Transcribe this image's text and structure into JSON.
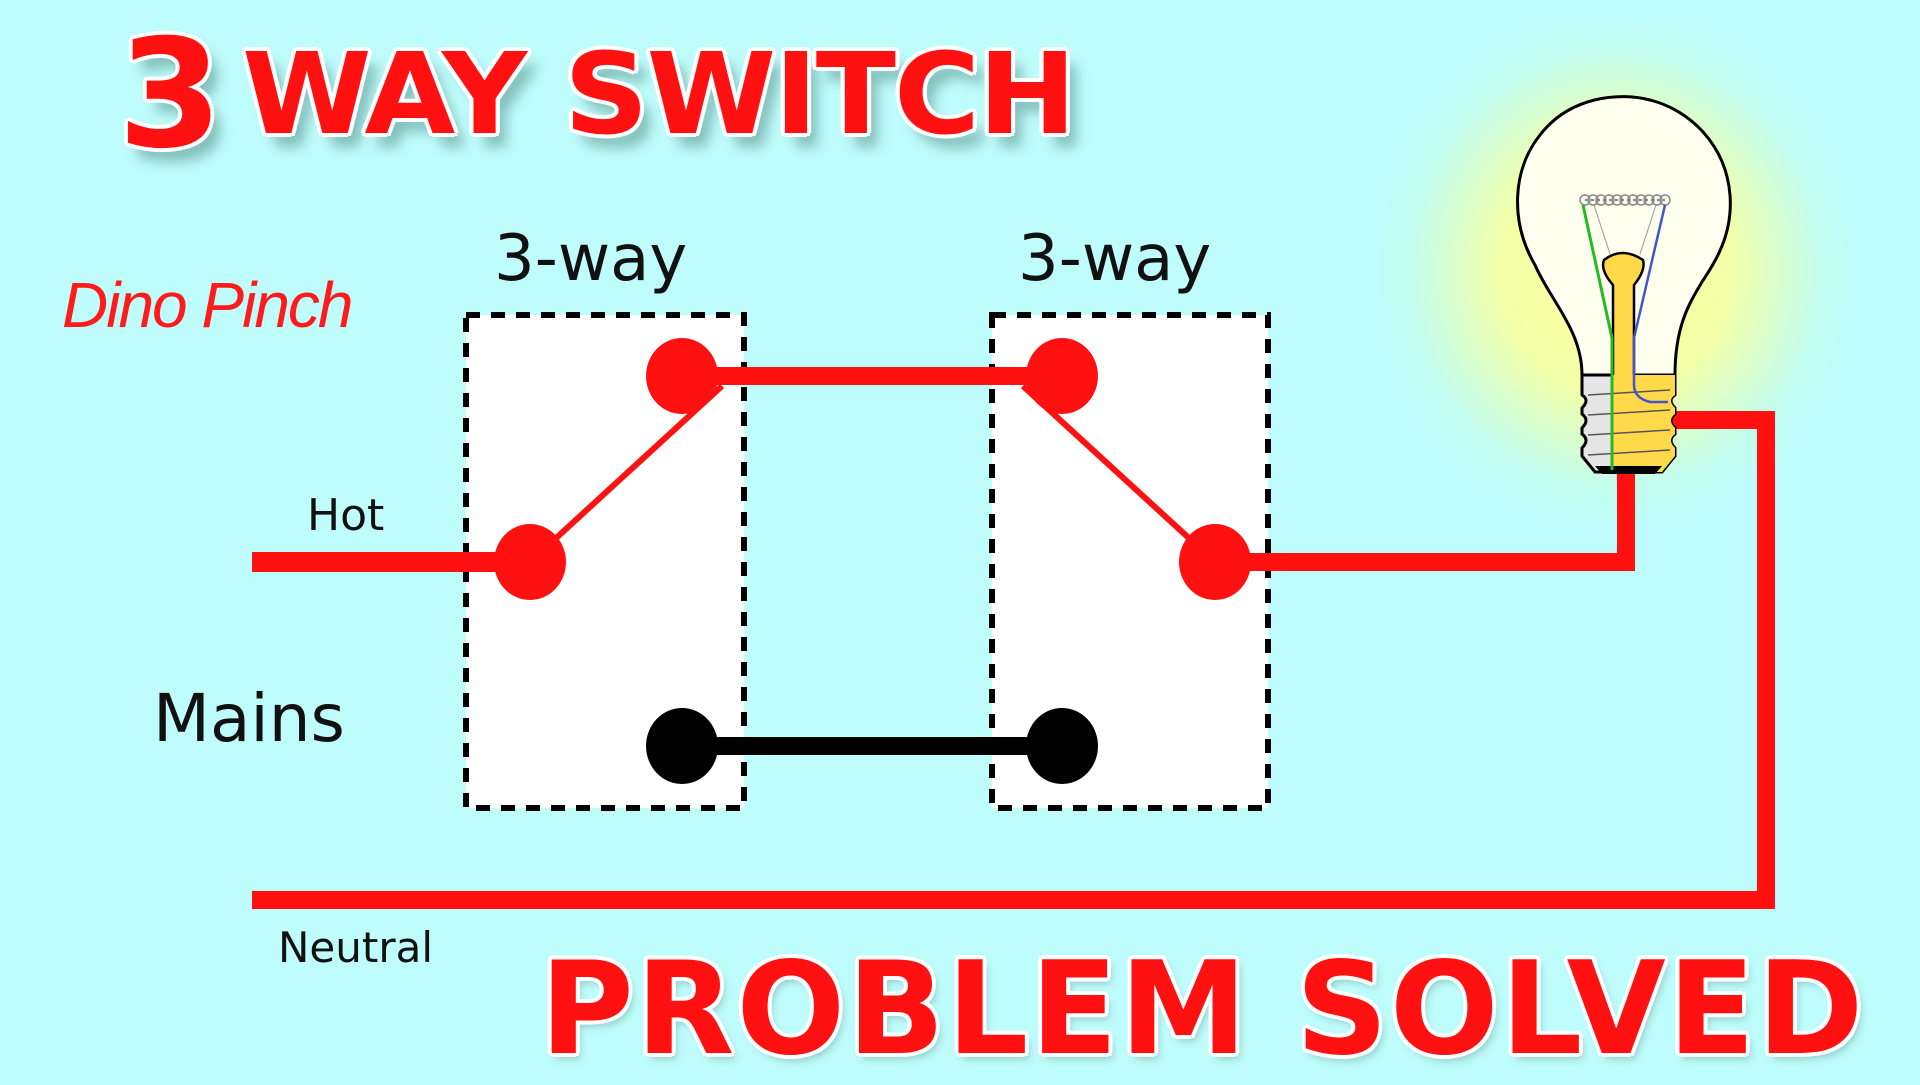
{
  "title": {
    "number": "3",
    "text": "WAY SWITCH"
  },
  "brand": "Dino Pinch",
  "footer": "PROBLEM SOLVED",
  "labels": {
    "switch_left": "3-way",
    "switch_right": "3-way",
    "hot": "Hot",
    "mains": "Mains",
    "neutral": "Neutral"
  },
  "colors": {
    "background": "#bffcfc",
    "live_wire": "#ff1111",
    "traveler_inactive": "#000000",
    "switch_box": "#ffffff",
    "bulb_glow": "#ffff9a",
    "bulb_base": "#ffd94a"
  },
  "diagram": {
    "components": [
      {
        "id": "switch-1",
        "type": "3-way switch",
        "label": "3-way",
        "common": "bottom",
        "position": "connected to top traveler"
      },
      {
        "id": "switch-2",
        "type": "3-way switch",
        "label": "3-way",
        "common": "bottom",
        "position": "connected to top traveler"
      },
      {
        "id": "lamp",
        "type": "incandescent bulb",
        "state": "on"
      }
    ],
    "wires": [
      {
        "from": "Hot",
        "to": "switch-1 common",
        "color": "red"
      },
      {
        "from": "switch-1 traveler top",
        "to": "switch-2 traveler top",
        "color": "red",
        "energized": true
      },
      {
        "from": "switch-1 traveler bottom",
        "to": "switch-2 traveler bottom",
        "color": "black",
        "energized": false
      },
      {
        "from": "switch-2 common",
        "to": "lamp base contact",
        "color": "red"
      },
      {
        "from": "lamp shell",
        "to": "Neutral",
        "color": "red"
      }
    ]
  }
}
